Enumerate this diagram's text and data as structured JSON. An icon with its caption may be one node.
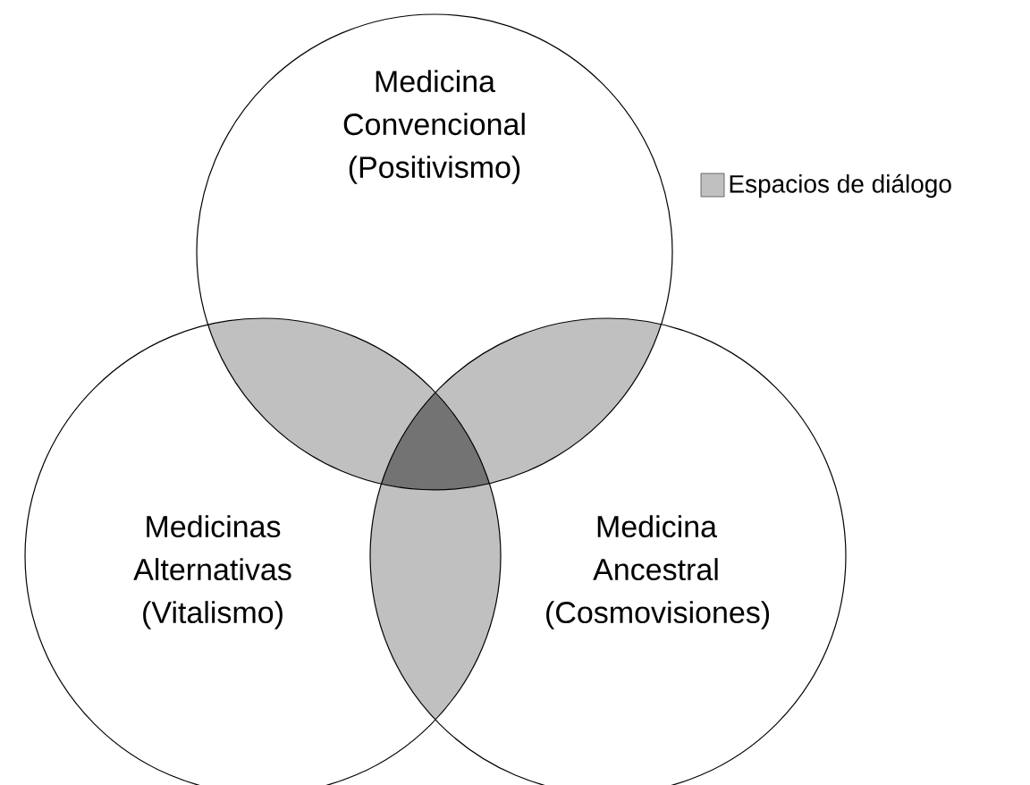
{
  "diagram": {
    "nodes": [
      {
        "text": [
          "Medicina Convencional (Positivismo)"
        ]
      },
      {
        "text": [
          "Medicinas Alternativas (Vitalismo)"
        ]
      },
      {
        "text": [
          "Medicina Ancestral (Cosmovisiones)"
        ]
      }
    ],
    "legend": [
      {
        "text": "Espacios de diálogo",
        "color": "#c0c0c0"
      }
    ]
  }
}
